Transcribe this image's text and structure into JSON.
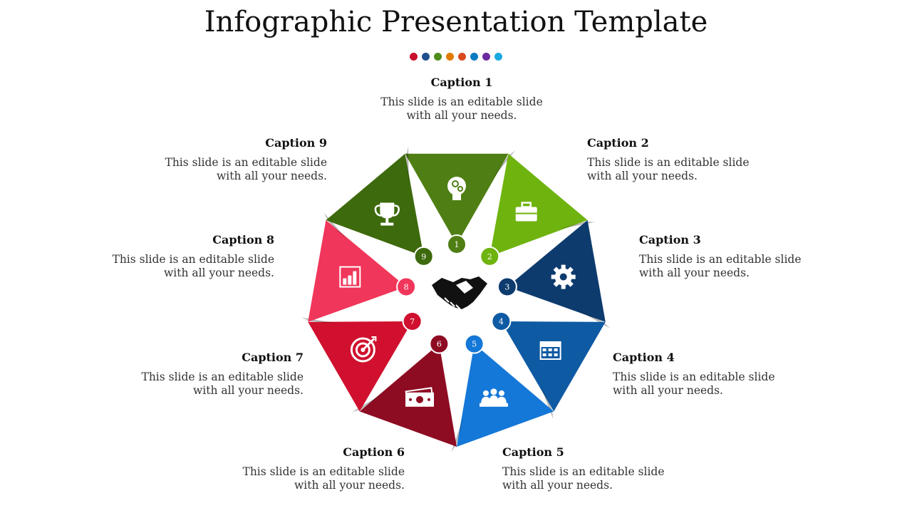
{
  "title": "Infographic Presentation Template",
  "dot_colors": [
    "#c8102e",
    "#1f4e8c",
    "#4e8c1b",
    "#e07b00",
    "#d94a1e",
    "#0a7bc2",
    "#6a2ba0",
    "#1aa9e0"
  ],
  "center_icon": "handshake-icon",
  "segments": [
    {
      "number": "1",
      "color": "#4f7f14",
      "icon": "head-gears-icon",
      "caption": "Caption 1",
      "text": "This slide is an editable slide\nwith all your needs."
    },
    {
      "number": "2",
      "color": "#6fb30f",
      "icon": "briefcase-icon",
      "caption": "Caption 2",
      "text": "This slide is an editable slide\nwith all your needs."
    },
    {
      "number": "3",
      "color": "#0d3b6e",
      "icon": "gear-icon",
      "caption": "Caption 3",
      "text": "This slide is an editable slide\nwith all your needs."
    },
    {
      "number": "4",
      "color": "#0e5aa3",
      "icon": "calendar-icon",
      "caption": "Caption 4",
      "text": "This slide is an editable slide\nwith all your needs."
    },
    {
      "number": "5",
      "color": "#1478d8",
      "icon": "team-icon",
      "caption": "Caption 5",
      "text": "This slide is an editable slide\nwith all your needs."
    },
    {
      "number": "6",
      "color": "#8e0c22",
      "icon": "money-icon",
      "caption": "Caption 6",
      "text": "This slide is an editable slide\nwith all your needs."
    },
    {
      "number": "7",
      "color": "#d0102e",
      "icon": "target-icon",
      "caption": "Caption 7",
      "text": "This slide is an editable slide\nwith all your needs."
    },
    {
      "number": "8",
      "color": "#f0365a",
      "icon": "chart-icon",
      "caption": "Caption 8",
      "text": "This slide is an editable slide\nwith all your needs."
    },
    {
      "number": "9",
      "color": "#3d6a0c",
      "icon": "trophy-icon",
      "caption": "Caption 9",
      "text": "This slide is an editable slide\nwith all your needs."
    }
  ]
}
